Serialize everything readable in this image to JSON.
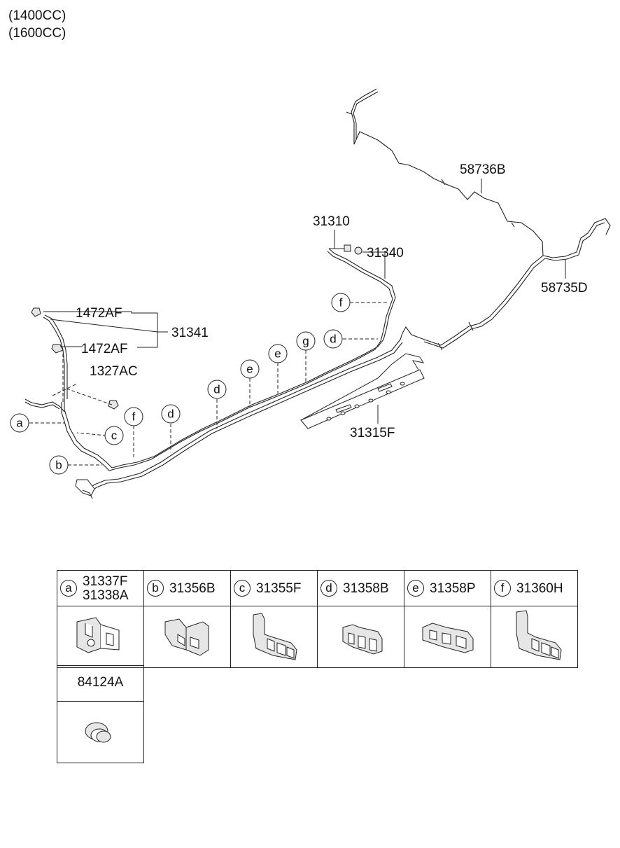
{
  "header": {
    "line1": "(1400CC)",
    "line2": "(1600CC)"
  },
  "labels": {
    "p58736B": "58736B",
    "p58735D": "58735D",
    "p31310": "31310",
    "p31340": "31340",
    "p1472AF_top": "1472AF",
    "p1472AF_bottom": "1472AF",
    "p31341": "31341",
    "p1327AC": "1327AC",
    "p31315F": "31315F"
  },
  "callouts": {
    "a": "a",
    "b": "b",
    "c": "c",
    "f1": "f",
    "d1": "d",
    "d2": "d",
    "e1": "e",
    "e2": "e",
    "g": "g",
    "d3": "d",
    "f2": "f"
  },
  "parts_table": {
    "a": {
      "letter": "a",
      "part1": "31337F",
      "part2": "31338A"
    },
    "b": {
      "letter": "b",
      "part": "31356B"
    },
    "c": {
      "letter": "c",
      "part": "31355F"
    },
    "d": {
      "letter": "d",
      "part": "31358B"
    },
    "e": {
      "letter": "e",
      "part": "31358P"
    },
    "f": {
      "letter": "f",
      "part": "31360H"
    },
    "extra": {
      "part": "84124A"
    }
  }
}
